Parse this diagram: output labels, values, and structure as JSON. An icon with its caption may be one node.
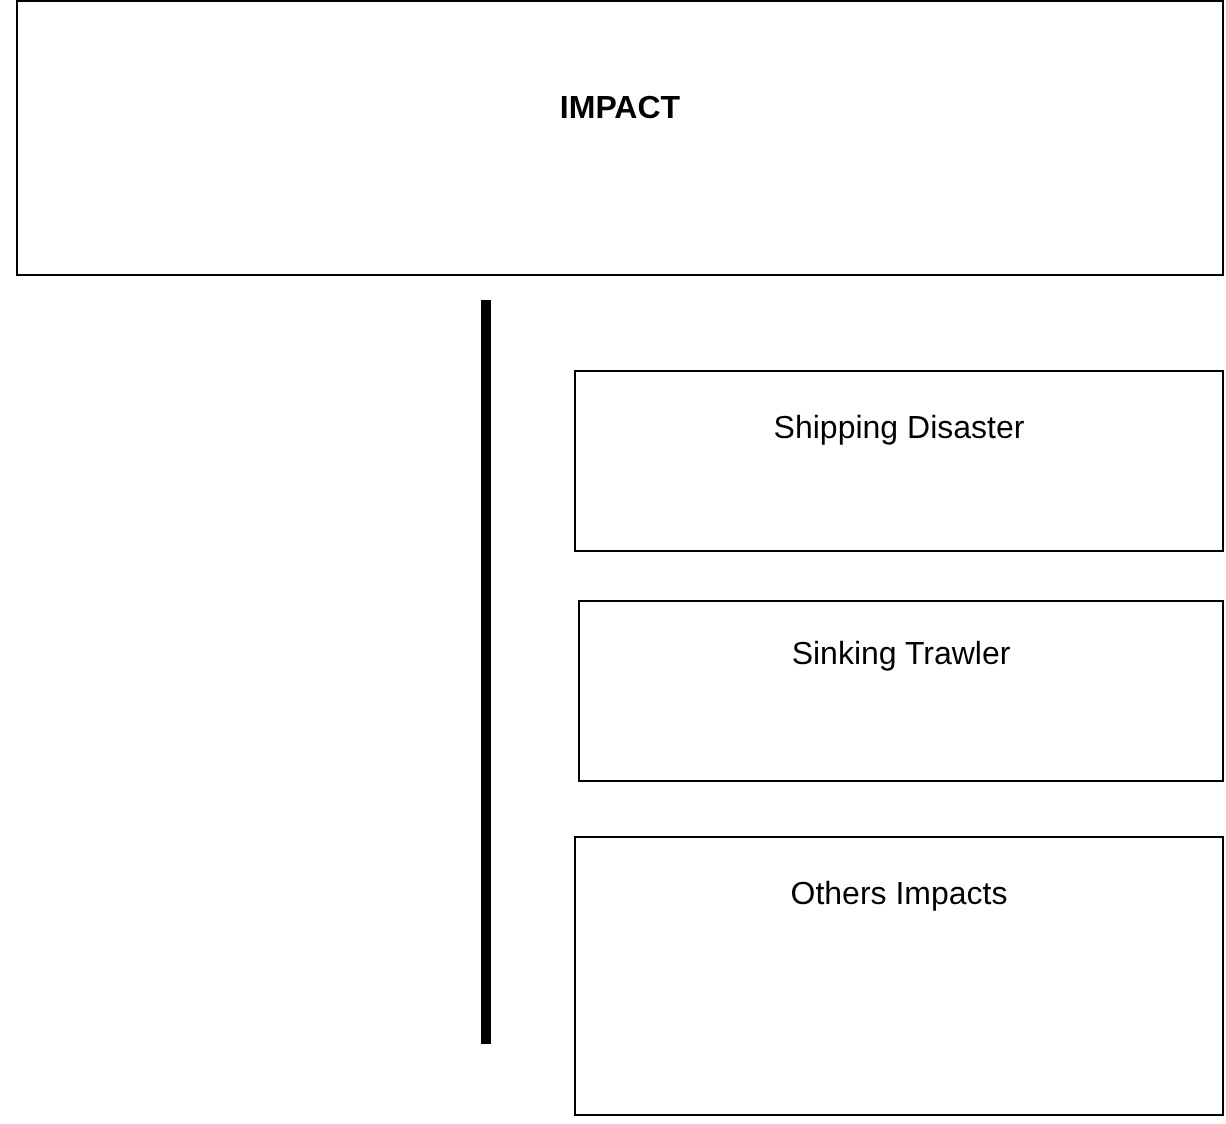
{
  "diagram": {
    "nodes": [
      {
        "text": [
          "IMPACT"
        ]
      },
      {
        "text": [
          "Shipping Disaster"
        ]
      },
      {
        "text": [
          "Sinking Trawler"
        ]
      },
      {
        "text": [
          "Others Impacts"
        ]
      }
    ],
    "edges": []
  }
}
